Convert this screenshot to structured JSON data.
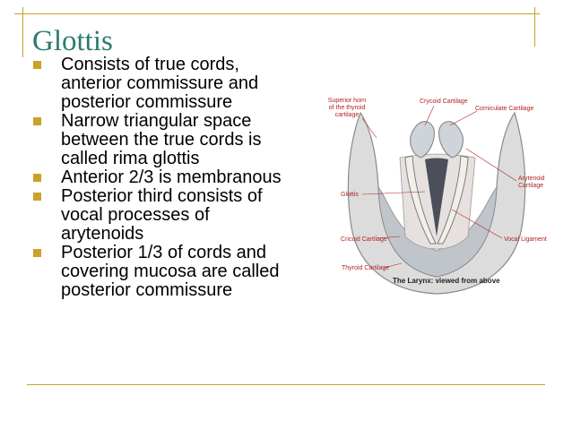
{
  "title": "Glottis",
  "bullets": [
    [
      "Consists of true cords,",
      "anterior commissure and",
      "posterior commissure"
    ],
    [
      "Narrow triangular space",
      "between the true cords is",
      "called rima glottis"
    ],
    [
      "Anterior 2/3 is membranous"
    ],
    [
      "Posterior third consists of",
      "vocal processes of",
      "arytenoids"
    ],
    [
      "Posterior 1/3 of cords and",
      "covering mucosa are called",
      "posterior commissure"
    ]
  ],
  "figure": {
    "labels": {
      "superior_horn": "Superior horn of the thyroid cartilage",
      "crycoid": "Crycoid Cartilage",
      "corniculate": "Corniculate Cartilage",
      "arytenoid": "Arytenoid Cartilage",
      "glottis": "Glottis",
      "cricoid": "Cricoid Cartilage",
      "vocal_ligament": "Vocal Ligament",
      "thyroid": "Thyroid Cartilage"
    },
    "caption": "The Larynx: viewed from above"
  },
  "colors": {
    "title": "#2d7a70",
    "accent": "#c9a227",
    "figure_label": "#b22222"
  }
}
